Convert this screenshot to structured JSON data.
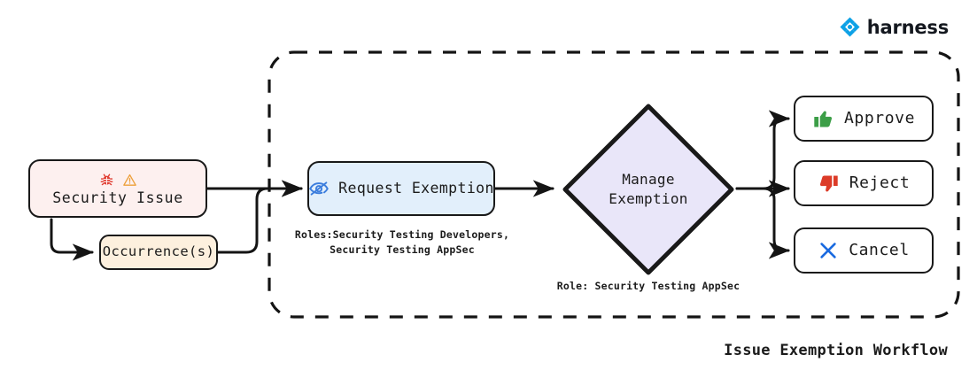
{
  "brand": {
    "name": "harness",
    "logo_icon": "harness-clover-logo-icon",
    "color": "#0da1e6"
  },
  "caption": {
    "title": "Issue Exemption Workflow"
  },
  "container": {
    "name": "exemption-scope-boundary",
    "style": "dashed"
  },
  "nodes": {
    "security_issue": {
      "label": "Security Issue",
      "fill": "#fdf0ef",
      "icons": [
        "bug-icon",
        "warning-triangle-icon"
      ],
      "bug_color": "#e03a2f",
      "warning_color": "#eda03a"
    },
    "occurrences": {
      "label": "Occurrence(s)",
      "fill": "#fdf0de"
    },
    "request_exemption": {
      "label": "Request Exemption",
      "fill": "#e2effb",
      "icon": "eye-off-icon",
      "icon_color": "#3b7ddd"
    },
    "manage_exemption": {
      "label": "Manage\nExemption",
      "line1": "Manage",
      "line2": "Exemption",
      "fill": "#e9e6f9",
      "shape": "diamond"
    },
    "approve": {
      "label": "Approve",
      "icon": "thumbs-up-icon",
      "icon_color": "#3c9e47",
      "fill": "#ffffff"
    },
    "reject": {
      "label": "Reject",
      "icon": "thumbs-down-icon",
      "icon_color": "#dc3b28",
      "fill": "#ffffff"
    },
    "cancel": {
      "label": "Cancel",
      "icon": "cross-x-icon",
      "icon_color": "#1a6ae0",
      "fill": "#ffffff"
    }
  },
  "annotations": {
    "request_roles": "Roles:Security Testing Developers,\nSecurity Testing AppSec",
    "manage_role": "Role: Security Testing AppSec"
  },
  "edges": [
    {
      "from": "security_issue",
      "to": "request_exemption"
    },
    {
      "from": "security_issue",
      "to": "occurrences"
    },
    {
      "from": "occurrences",
      "to": "request_exemption"
    },
    {
      "from": "request_exemption",
      "to": "manage_exemption"
    },
    {
      "from": "manage_exemption",
      "to": "approve"
    },
    {
      "from": "manage_exemption",
      "to": "reject"
    },
    {
      "from": "manage_exemption",
      "to": "cancel"
    }
  ]
}
